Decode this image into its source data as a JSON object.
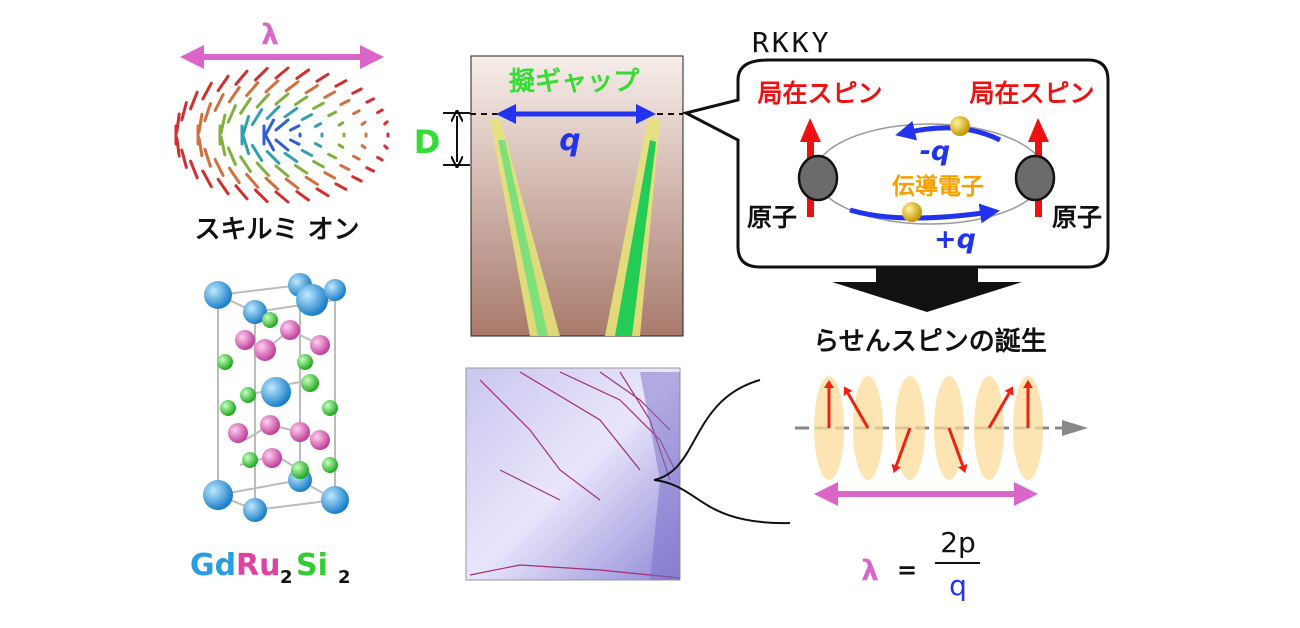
{
  "left": {
    "lambda_label": "λ",
    "skyrmion_label": "スキルミ オン",
    "formula": {
      "gd": "Gd",
      "ru": "Ru",
      "ru_sub": "2",
      "si": "Si",
      "si_sub": "2"
    }
  },
  "middle": {
    "gap_label": "擬ギャップ",
    "delta_label": "D",
    "q_label": "q"
  },
  "rkky": {
    "title": "RKKY",
    "local_spin_left": "局在スピン",
    "local_spin_right": "局在スピン",
    "minus_q": "-q",
    "plus_q": "+q",
    "conduction_electron": "伝導電子",
    "atom_left": "原子",
    "atom_right": "原子"
  },
  "helix": {
    "title": "らせんスピンの誕生",
    "lambda": "λ",
    "equals": "=",
    "numerator": "2p",
    "denominator": "q",
    "spin_angles_deg": [
      0,
      -30,
      200,
      160,
      30,
      0
    ]
  },
  "colors": {
    "pink": "#d966c8",
    "green": "#33cc33",
    "blue": "#2233ee",
    "red": "#ee1111",
    "orange": "#f5a000",
    "cyan": "#2a9de0"
  }
}
